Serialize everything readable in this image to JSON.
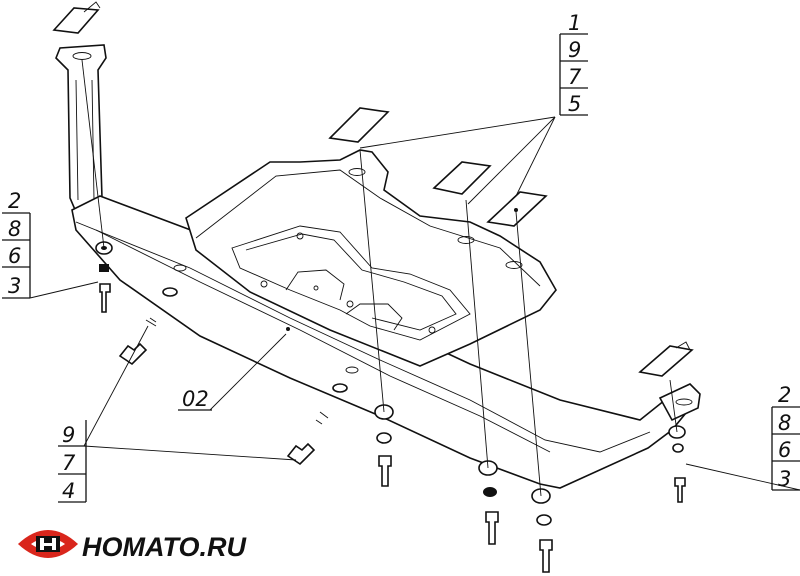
{
  "callouts": {
    "top_right": [
      "1",
      "9",
      "7",
      "5"
    ],
    "left": [
      "2",
      "8",
      "6",
      "3"
    ],
    "right": [
      "2",
      "8",
      "6",
      "3"
    ],
    "bottom_left": [
      "9",
      "7",
      "4"
    ],
    "part": "02"
  },
  "logo": {
    "text": "HOMATO.RU",
    "color": "#d9261c"
  }
}
